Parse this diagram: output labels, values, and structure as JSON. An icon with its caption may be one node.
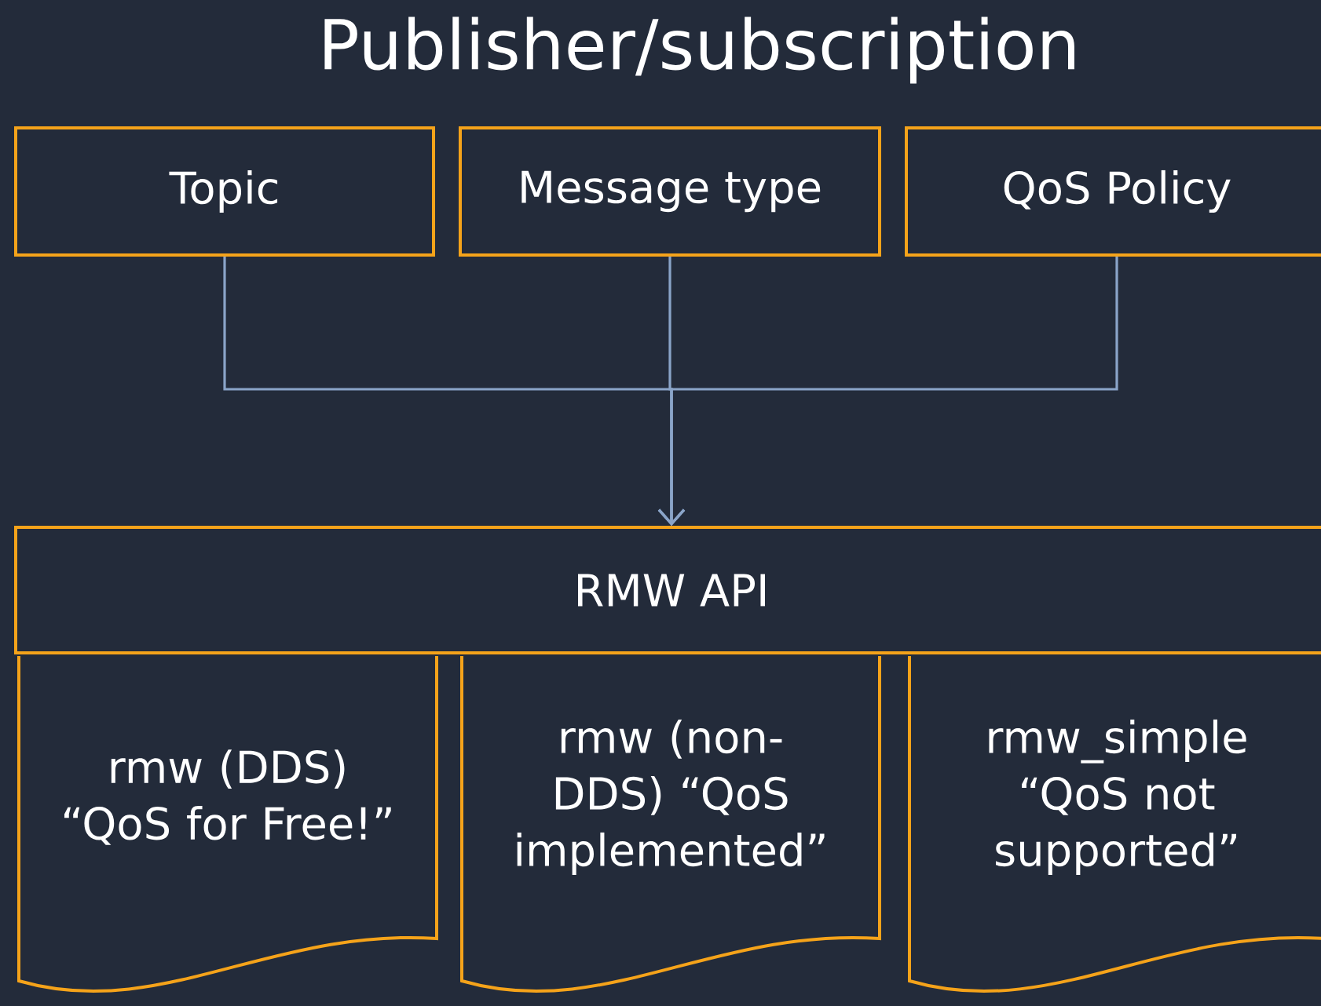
{
  "diagram": {
    "title": "Publisher/subscription",
    "nodes": [
      {
        "text": [
          "Topic"
        ]
      },
      {
        "text": [
          "Message type"
        ]
      },
      {
        "text": [
          "QoS Policy"
        ]
      },
      {
        "text": [
          "RMW API"
        ]
      },
      {
        "text": [
          "rmw (DDS) “QoS for Free!”"
        ]
      },
      {
        "text": [
          "rmw (non-DDS) “QoS implemented”"
        ]
      },
      {
        "text": [
          "rmw_simple “QoS not supported”"
        ]
      }
    ],
    "edges": [
      {
        "from": 0,
        "to": 3,
        "arrow": "to"
      },
      {
        "from": 1,
        "to": 3,
        "arrow": "to"
      },
      {
        "from": 2,
        "to": 3,
        "arrow": "to"
      }
    ]
  }
}
